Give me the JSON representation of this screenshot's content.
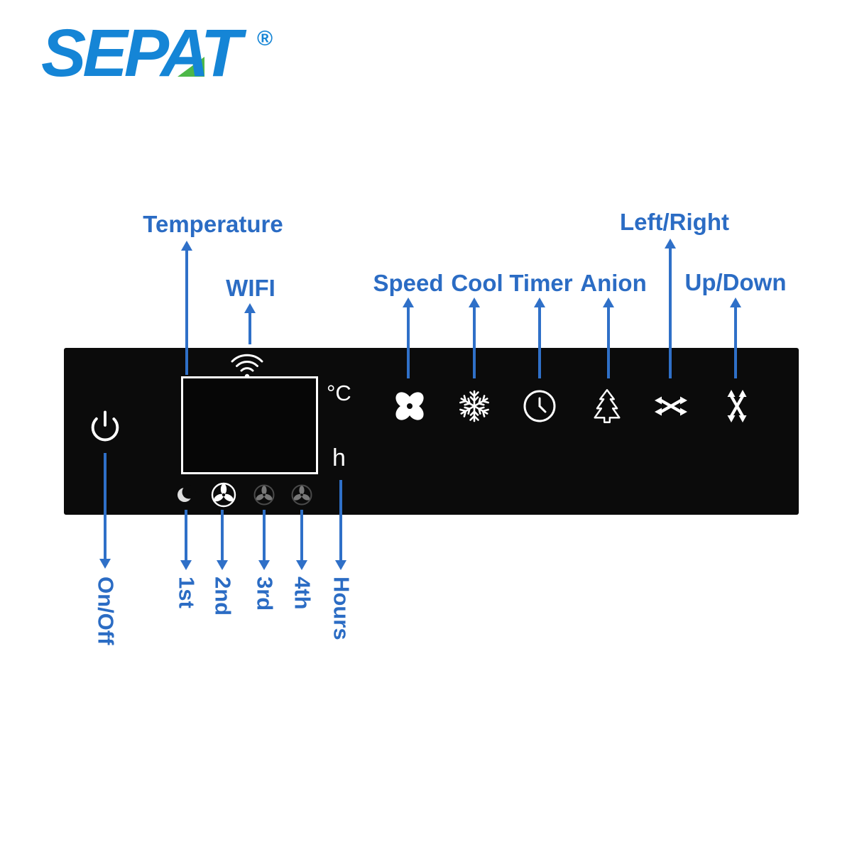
{
  "brand": {
    "name": "SEPAT",
    "trademark": "®"
  },
  "colors": {
    "callout_blue": "#2b6cc4",
    "arrow_blue": "#2f70c8",
    "logo_blue": "#1585d6",
    "accent_green": "#4db848",
    "panel_black": "#0b0b0b",
    "icon_white": "#ffffff"
  },
  "panel": {
    "units": {
      "celsius": "°C",
      "hours": "h"
    },
    "icons": [
      {
        "name": "power-icon"
      },
      {
        "name": "wifi-icon"
      },
      {
        "name": "temperature-display"
      },
      {
        "name": "moon-sleep-icon"
      },
      {
        "name": "fan-speed-2-icon"
      },
      {
        "name": "fan-speed-3-icon"
      },
      {
        "name": "fan-speed-4-icon"
      },
      {
        "name": "speed-fan-icon"
      },
      {
        "name": "snowflake-cool-icon"
      },
      {
        "name": "timer-clock-icon"
      },
      {
        "name": "anion-tree-icon"
      },
      {
        "name": "swing-left-right-icon"
      },
      {
        "name": "swing-up-down-icon"
      }
    ]
  },
  "callouts": {
    "top": [
      {
        "text": "Temperature"
      },
      {
        "text": "WIFI"
      },
      {
        "text": "Speed"
      },
      {
        "text": "Cool"
      },
      {
        "text": "Timer"
      },
      {
        "text": "Anion"
      },
      {
        "text": "Left/Right"
      },
      {
        "text": "Up/Down"
      }
    ],
    "bottom": [
      {
        "text": "On/Off"
      },
      {
        "text": "1st"
      },
      {
        "text": "2nd"
      },
      {
        "text": "3rd"
      },
      {
        "text": "4th"
      },
      {
        "text": "Hours"
      }
    ]
  }
}
